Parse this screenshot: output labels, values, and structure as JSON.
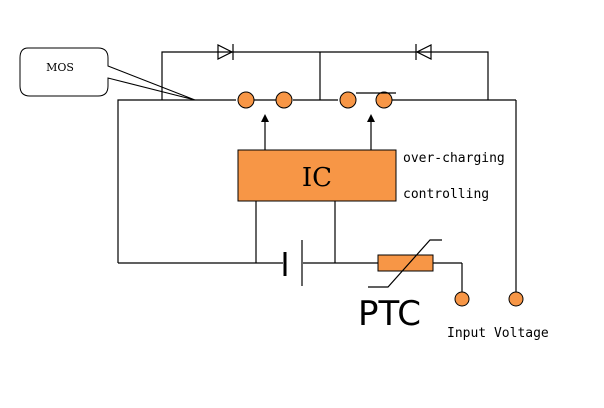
{
  "labels": {
    "mos": "MOS",
    "ic": "IC",
    "over_charging": "over-charging",
    "controlling": "controlling",
    "ptc": "PTC",
    "input_voltage": "Input Voltage"
  },
  "colors": {
    "component_fill": "#f79646",
    "line": "#000000"
  }
}
